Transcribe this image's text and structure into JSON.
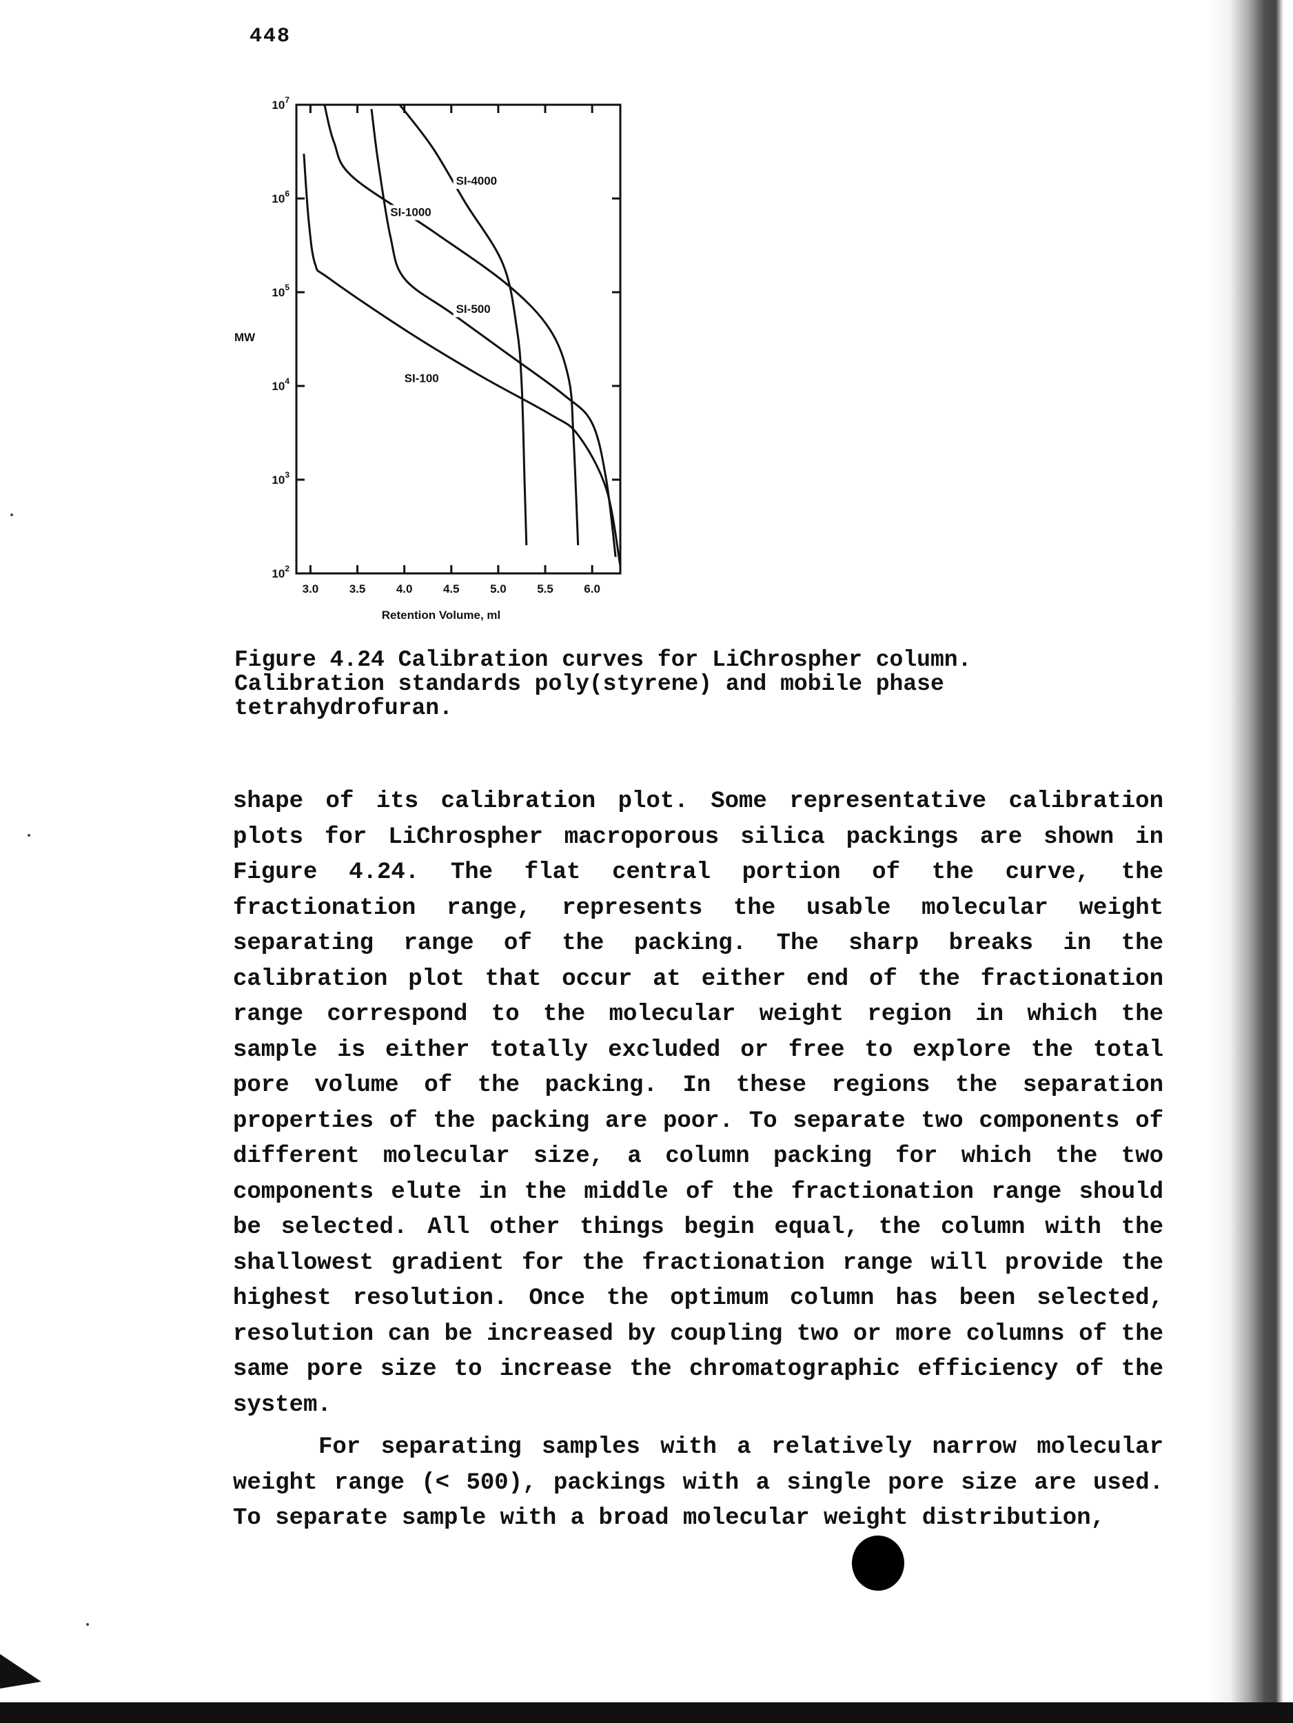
{
  "page": {
    "number": "448"
  },
  "chart_data": {
    "type": "line",
    "xlabel": "Retention Volume, ml",
    "ylabel": "MW",
    "xlim": [
      2.85,
      6.3
    ],
    "ylim": [
      100,
      10000000
    ],
    "yscale": "log",
    "x_ticks": [
      "3.0",
      "3.5",
      "4.0",
      "4.5",
      "5.0",
      "5.5",
      "6.0"
    ],
    "y_ticks": [
      {
        "base": "10",
        "exp": "2"
      },
      {
        "base": "10",
        "exp": "3"
      },
      {
        "base": "10",
        "exp": "4"
      },
      {
        "base": "10",
        "exp": "5"
      },
      {
        "base": "10",
        "exp": "6"
      },
      {
        "base": "10",
        "exp": "7"
      }
    ],
    "grid": false,
    "series": [
      {
        "name": "SI-4000",
        "points": [
          [
            3.95,
            10000000
          ],
          [
            4.3,
            3500000
          ],
          [
            4.65,
            900000
          ],
          [
            5.05,
            200000
          ],
          [
            5.2,
            40000
          ],
          [
            5.25,
            10000
          ],
          [
            5.28,
            1000
          ],
          [
            5.3,
            200
          ]
        ]
      },
      {
        "name": "SI-1000",
        "points": [
          [
            3.15,
            10000000
          ],
          [
            3.25,
            4000000
          ],
          [
            3.45,
            1700000
          ],
          [
            4.3,
            450000
          ],
          [
            5.1,
            120000
          ],
          [
            5.55,
            40000
          ],
          [
            5.75,
            12000
          ],
          [
            5.8,
            3000
          ],
          [
            5.85,
            200
          ]
        ]
      },
      {
        "name": "SI-500",
        "points": [
          [
            3.65,
            9000000
          ],
          [
            3.72,
            2500000
          ],
          [
            3.85,
            400000
          ],
          [
            4.0,
            140000
          ],
          [
            4.5,
            60000
          ],
          [
            5.1,
            22000
          ],
          [
            5.7,
            8000
          ],
          [
            6.0,
            4000
          ],
          [
            6.15,
            1000
          ],
          [
            6.25,
            150
          ]
        ]
      },
      {
        "name": "SI-100",
        "points": [
          [
            2.93,
            3000000
          ],
          [
            2.98,
            600000
          ],
          [
            3.05,
            200000
          ],
          [
            3.2,
            140000
          ],
          [
            4.0,
            40000
          ],
          [
            4.8,
            13000
          ],
          [
            5.55,
            5000
          ],
          [
            5.85,
            3000
          ],
          [
            6.15,
            800
          ],
          [
            6.3,
            120
          ]
        ]
      }
    ]
  },
  "caption": {
    "text": "Figure 4.24  Calibration curves for LiChrospher column.\nCalibration standards poly(styrene) and mobile phase\ntetrahydrofuran."
  },
  "body": {
    "paragraph_1": "shape of its calibration plot. Some representative calibration plots for LiChrospher macroporous silica packings are shown in Figure 4.24. The flat central portion of the curve, the fractionation range, represents the usable molecular weight separating range of the packing. The sharp breaks in the calibration plot that occur at either end of the fractionation range correspond to the molecular weight region in which the sample is either totally excluded or free to explore the total pore volume of the packing. In these regions the separation properties of the packing are poor. To separate two components of different molecular size, a column packing for which the two components elute in the middle of the fractionation range should be selected. All other things begin equal, the column with the shallowest gradient for the fractionation range will provide the highest resolution. Once the optimum column has been selected, resolution can be increased by coupling two or more columns of the same pore size to increase the chromatographic efficiency of the system.",
    "paragraph_2": "For separating samples with a relatively narrow molecular weight range (< 500), packings with a single pore size are used. To separate sample with a broad molecular weight distribution,"
  }
}
